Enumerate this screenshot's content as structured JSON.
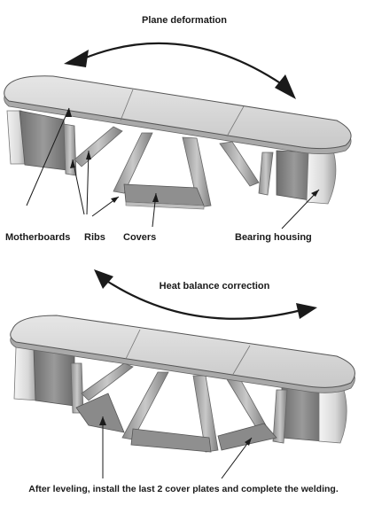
{
  "titles": {
    "top": "Plane deformation",
    "middle": "Heat balance correction"
  },
  "labels": {
    "motherboards": "Motherboards",
    "ribs": "Ribs",
    "covers": "Covers",
    "bearing_housing": "Bearing housing"
  },
  "caption": "After leveling, install the last 2 cover plates and complete the welding.",
  "colors": {
    "plate_top": "#d9d9d9",
    "plate_edge": "#a9a9a9",
    "block": "#8a8a8a",
    "rib": "#9c9c9c",
    "arrow": "#1a1a1a"
  }
}
